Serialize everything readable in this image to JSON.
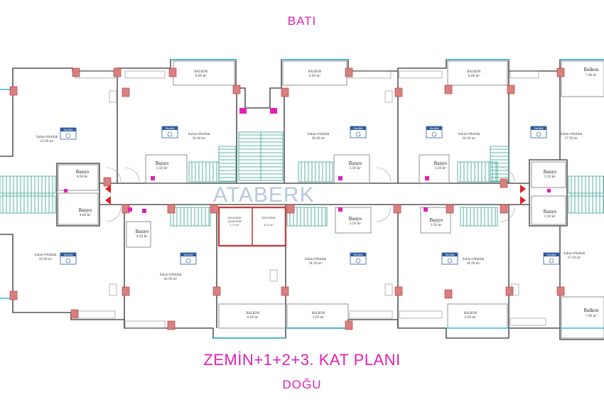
{
  "compass": {
    "west": "BATI",
    "east": "DOĞU"
  },
  "plan_title": "ZEMİN+1+2+3. KAT PLANI",
  "watermark": "ATABERK",
  "colors": {
    "accent_pink": "#e020b8",
    "wall": "#555555",
    "column": "#d05050",
    "stair": "#2e9e8e",
    "cyan": "#33bbdd",
    "blue_box": "#2a5aa0"
  },
  "living_rooms": [
    {
      "label": "Salon+Mutfak",
      "area": "25.00 m²"
    },
    {
      "label": "Salon+Mutfak",
      "area": "30.90 m²"
    },
    {
      "label": "Salon+Mutfak",
      "area": "30.90 m²"
    },
    {
      "label": "Salon+Mutfak",
      "area": "34.50 m²"
    },
    {
      "label": "Salon+Mutfak",
      "area": "27.50 m²"
    },
    {
      "label": "Salon+Mutfak",
      "area": "35.00 m²"
    },
    {
      "label": "Salon+Mutfak",
      "area": "42.50 m²"
    },
    {
      "label": "Salon+Mutfak",
      "area": "34.50 m²"
    },
    {
      "label": "Salon+Mutfak",
      "area": "34.50 m²"
    },
    {
      "label": "Salon+Mutfak",
      "area": "27.50 m²"
    }
  ],
  "balconies": [
    {
      "label": "BALKON",
      "area": "6.00 m²"
    },
    {
      "label": "BALKON",
      "area": "6.00 m²"
    },
    {
      "label": "BALKON",
      "area": "6.00 m²"
    },
    {
      "label": "Balkon",
      "area": "7.00 m²"
    },
    {
      "label": "BALKON",
      "area": "6.00 m²"
    },
    {
      "label": "BALKON",
      "area": "5.50 m²"
    },
    {
      "label": "BALKON",
      "area": "6.00 m²"
    },
    {
      "label": "Balkon",
      "area": "7.00 m²"
    }
  ],
  "bathrooms": [
    {
      "label": "Banyo",
      "area": "3.50 m²"
    },
    {
      "label": "Banyo",
      "area": "3.50 m²"
    },
    {
      "label": "Banyo",
      "area": "3.50 m²"
    },
    {
      "label": "Banyo",
      "area": "4.00 m²"
    },
    {
      "label": "Banyo",
      "area": "4.00 m²"
    },
    {
      "label": "Banyo",
      "area": "4.50 m²"
    },
    {
      "label": "Banyo",
      "area": "3.50 m²"
    },
    {
      "label": "Banyo",
      "area": "3.50 m²"
    },
    {
      "label": "Banyo",
      "area": "3.50 m²"
    },
    {
      "label": "Banyo",
      "area": "3.50 m²"
    }
  ],
  "bedroom_label": "Mutfak",
  "shafts": [
    {
      "label": "DENCEDE",
      "sub": "ASANSÖR",
      "area": "1.70 m²"
    },
    {
      "label": "DENCEDE",
      "sub": "",
      "area": "4.00 m²"
    }
  ]
}
